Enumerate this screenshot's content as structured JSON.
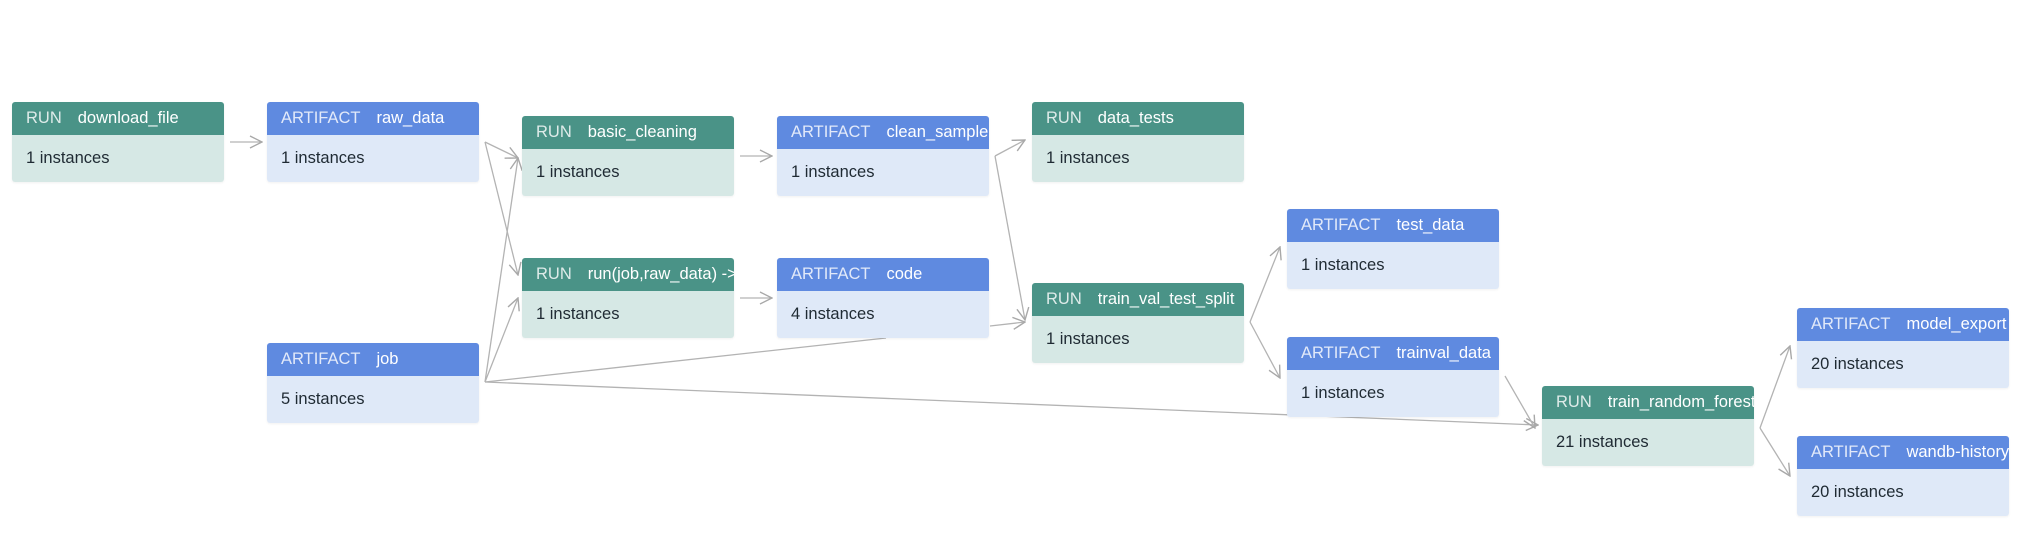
{
  "graph": {
    "nodes": [
      {
        "id": "download_file",
        "type": "RUN",
        "name": "download_file",
        "count": "1 instances"
      },
      {
        "id": "raw_data",
        "type": "ARTIFACT",
        "name": "raw_data",
        "count": "1 instances"
      },
      {
        "id": "job",
        "type": "ARTIFACT",
        "name": "job",
        "count": "5 instances"
      },
      {
        "id": "basic_cleaning",
        "type": "RUN",
        "name": "basic_cleaning",
        "count": "1 instances"
      },
      {
        "id": "run_job_raw",
        "type": "RUN",
        "name": "run(job,raw_data) ->",
        "count": "1 instances"
      },
      {
        "id": "clean_sample",
        "type": "ARTIFACT",
        "name": "clean_sample",
        "count": "1 instances"
      },
      {
        "id": "code",
        "type": "ARTIFACT",
        "name": "code",
        "count": "4 instances"
      },
      {
        "id": "data_tests",
        "type": "RUN",
        "name": "data_tests",
        "count": "1 instances"
      },
      {
        "id": "train_val_test_split",
        "type": "RUN",
        "name": "train_val_test_split",
        "count": "1 instances"
      },
      {
        "id": "test_data",
        "type": "ARTIFACT",
        "name": "test_data",
        "count": "1 instances"
      },
      {
        "id": "trainval_data",
        "type": "ARTIFACT",
        "name": "trainval_data",
        "count": "1 instances"
      },
      {
        "id": "train_random_forest",
        "type": "RUN",
        "name": "train_random_forest",
        "count": "21 instances"
      },
      {
        "id": "model_export",
        "type": "ARTIFACT",
        "name": "model_export",
        "count": "20 instances"
      },
      {
        "id": "wandb_history",
        "type": "ARTIFACT",
        "name": "wandb-history",
        "count": "20 instances"
      }
    ],
    "edges": [
      [
        "download_file",
        "raw_data"
      ],
      [
        "raw_data",
        "basic_cleaning"
      ],
      [
        "raw_data",
        "run_job_raw"
      ],
      [
        "job",
        "basic_cleaning"
      ],
      [
        "job",
        "run_job_raw"
      ],
      [
        "job",
        "code"
      ],
      [
        "job",
        "train_random_forest"
      ],
      [
        "basic_cleaning",
        "clean_sample"
      ],
      [
        "run_job_raw",
        "code"
      ],
      [
        "clean_sample",
        "data_tests"
      ],
      [
        "clean_sample",
        "train_val_test_split"
      ],
      [
        "code",
        "train_val_test_split"
      ],
      [
        "train_val_test_split",
        "test_data"
      ],
      [
        "train_val_test_split",
        "trainval_data"
      ],
      [
        "trainval_data",
        "train_random_forest"
      ],
      [
        "train_random_forest",
        "model_export"
      ],
      [
        "train_random_forest",
        "wandb_history"
      ]
    ]
  }
}
